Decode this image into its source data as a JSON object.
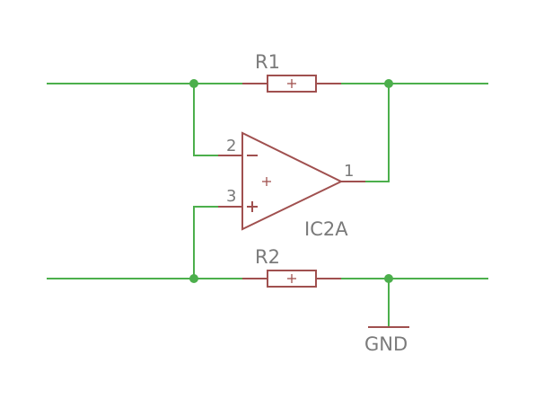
{
  "components": {
    "r1": {
      "ref": "R1"
    },
    "r2": {
      "ref": "R2"
    },
    "opamp": {
      "ref": "IC2A",
      "pin_inverting": "2",
      "pin_noninverting": "3",
      "pin_output": "1"
    },
    "ground": {
      "label": "GND"
    }
  },
  "colors": {
    "wire": "#4caf4c",
    "component": "#a0504f",
    "text": "#7a7a7a",
    "background": "#ffffff"
  }
}
